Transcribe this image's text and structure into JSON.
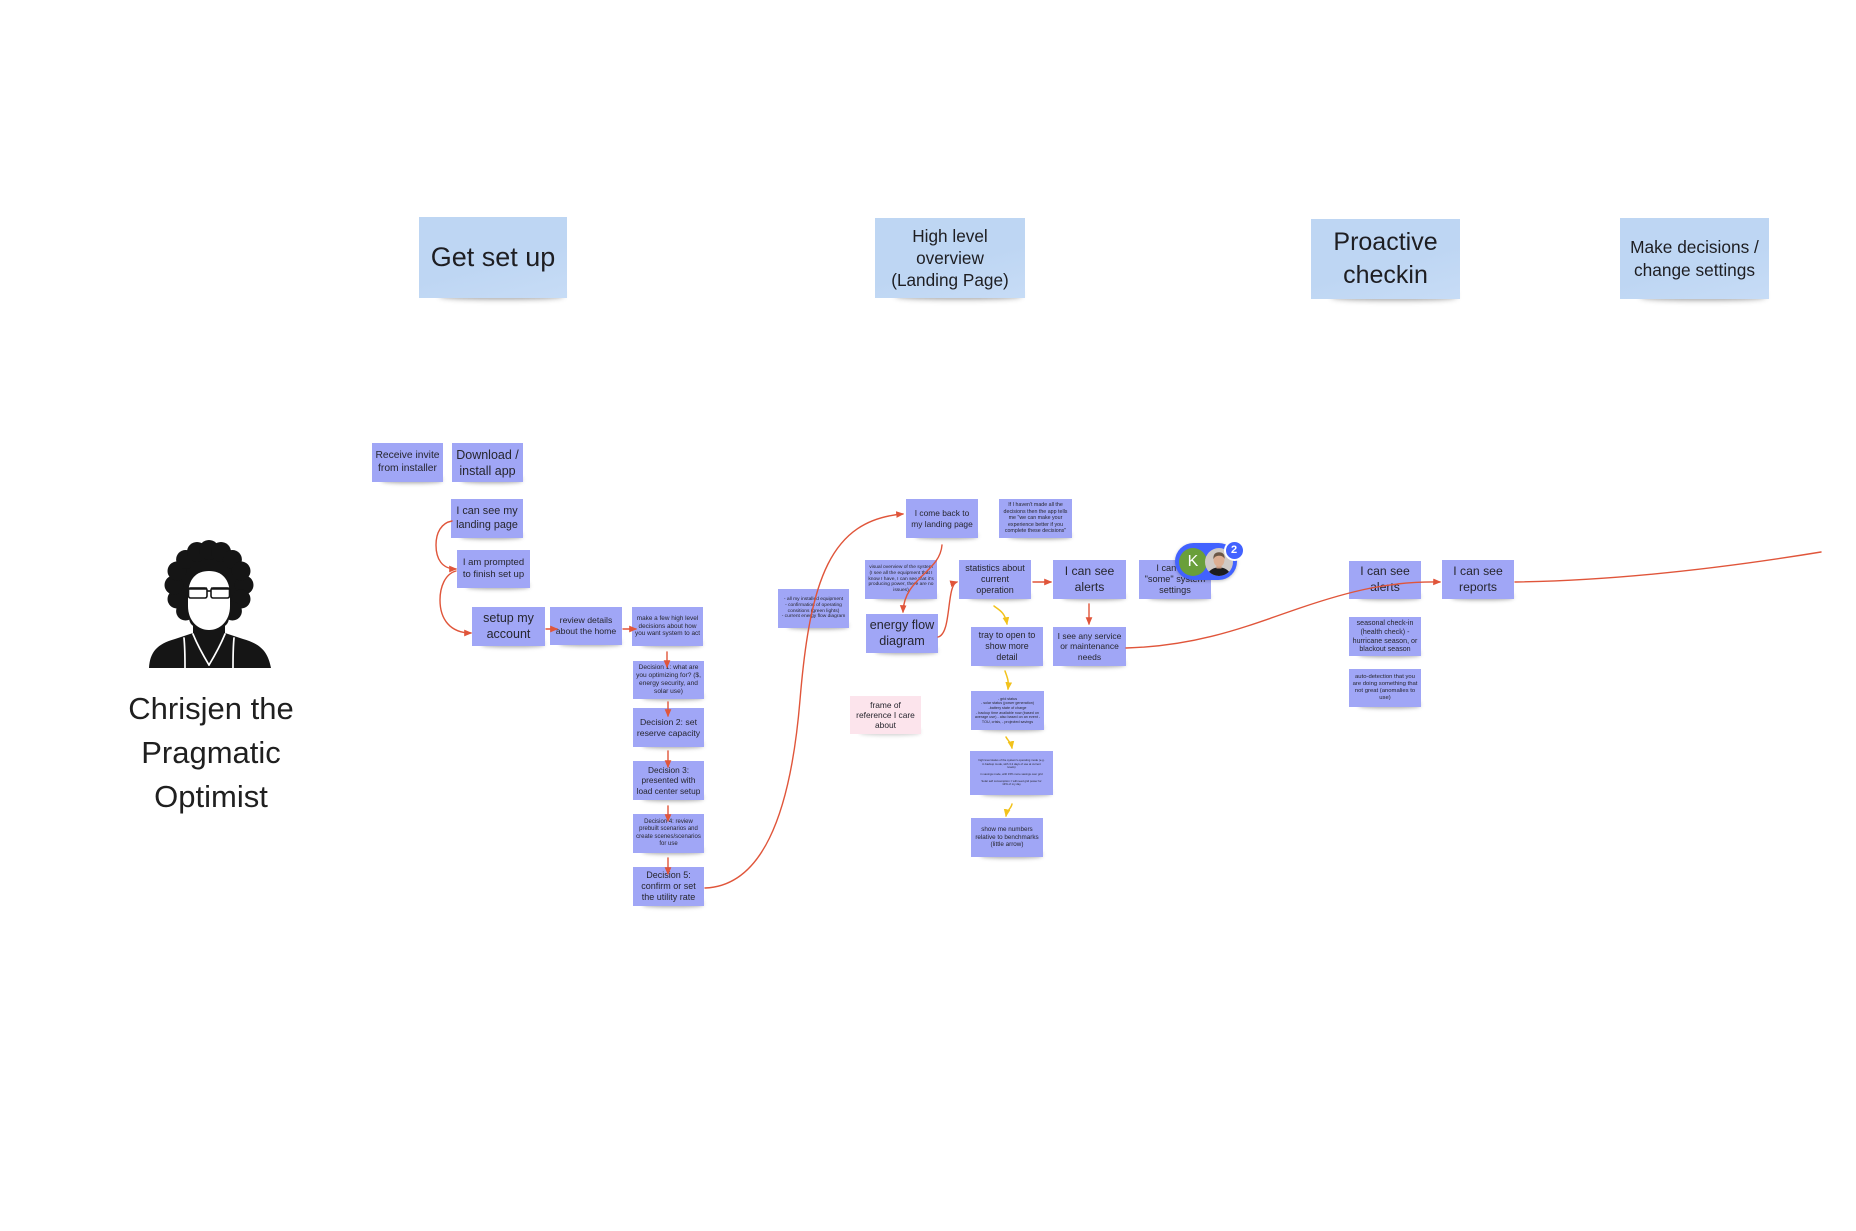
{
  "colors": {
    "canvas": "#ffffff",
    "stage_note": "#bed6f3",
    "task_note": "#a0a6f6",
    "highlight_note": "#fce4ec",
    "note_text": "#26262e",
    "connector_primary": "#e0553a",
    "connector_secondary": "#f2c21b",
    "presence_accent": "#4262ff",
    "presence_initial": "#6a9f3a"
  },
  "persona": {
    "name": "Chrisjen the Pragmatic Optimist",
    "icon": "person-with-glasses-icon"
  },
  "stages": [
    {
      "id": "get-set-up",
      "title": "Get set up",
      "notes": [
        {
          "id": "receive-invite",
          "text": "Receive invite from installer"
        },
        {
          "id": "download-app",
          "text": "Download / install app"
        },
        {
          "id": "see-landing-page",
          "text": "I can see my landing page"
        },
        {
          "id": "prompted-finish-setup",
          "text": "I am prompted to finish set up"
        },
        {
          "id": "setup-account",
          "text": "setup my account"
        },
        {
          "id": "review-home-details",
          "text": "review details about the home"
        },
        {
          "id": "high-level-decisions",
          "text": "make a few high level decisions about how you want system to act"
        },
        {
          "id": "decision-1",
          "text": "Decision 1: what are you optimizing for? ($, energy security, and solar use)"
        },
        {
          "id": "decision-2",
          "text": "Decision 2: set reserve capacity"
        },
        {
          "id": "decision-3",
          "text": "Decision 3: presented with load center setup"
        },
        {
          "id": "decision-4",
          "text": "Decision 4: review prebuilt scenarios and create scenes/scenarios for use"
        },
        {
          "id": "decision-5",
          "text": "Decision 5: confirm or set the utility rate"
        }
      ]
    },
    {
      "id": "high-level-overview",
      "title": "High level overview (Landing Page)",
      "notes": [
        {
          "id": "installed-equipment-summary",
          "text": "- all my installed equipment\n- confirmation of operating consitions (green lights)\n- current energy flow diagram"
        },
        {
          "id": "come-back-landing",
          "text": "I come back to my landing page"
        },
        {
          "id": "incomplete-decisions-prompt",
          "text": "If I haven't made all the decisions then the app tells me \"we can make your experience better if you complete these decisions\""
        },
        {
          "id": "visual-overview",
          "text": "visual overview of the system (I see all the equipment that I know I have, I can see that it's producing power, there are no issues)"
        },
        {
          "id": "energy-flow-diagram",
          "text": "energy flow diagram"
        },
        {
          "id": "current-operation-stats",
          "text": "statistics about current operation"
        },
        {
          "id": "see-alerts",
          "text": "I can see alerts"
        },
        {
          "id": "some-system-settings",
          "text": "I can see \"some\" system settings"
        },
        {
          "id": "service-needs",
          "text": "I see any service or maintenance needs"
        },
        {
          "id": "detail-tray",
          "text": "tray to open to show more detail"
        },
        {
          "id": "status-list",
          "text": "- grid status\n- solar status (power generation)\n-battery state of charge\n- backup time available now (based on average use) - also based on an event - TOU, crisis, - projected savings"
        },
        {
          "id": "operating-mode-status",
          "text": "high level status of the system's operating mode (e.g. in backup mode, with 3.2 days of use at current levels)\n\nin savings mode, with 15% more savings over grid\n\nSolar self consumption: I will need grid power for 13% of my day"
        },
        {
          "id": "benchmark-numbers",
          "text": "show me numbers relative to benchmarks (little arrow)"
        },
        {
          "id": "frame-of-reference",
          "text": "frame of reference I care about",
          "highlight": true
        }
      ]
    },
    {
      "id": "proactive-checkin",
      "title": "Proactive checkin",
      "notes": [
        {
          "id": "checkin-alerts",
          "text": "I can see alerts"
        },
        {
          "id": "see-reports",
          "text": "I can see reports"
        },
        {
          "id": "seasonal-checkin",
          "text": "seasonal check-in (health check) - hurricane season, or blackout season"
        },
        {
          "id": "anomaly-detection",
          "text": "auto-detection that you are doing something that not great (anomalies to use)"
        }
      ]
    },
    {
      "id": "make-decisions",
      "title": "Make decisions / change settings",
      "notes": []
    }
  ],
  "connectors": [
    {
      "from": "see-landing-page",
      "to": "prompted-finish-setup",
      "style": "primary"
    },
    {
      "from": "prompted-finish-setup",
      "to": "setup-account",
      "style": "primary"
    },
    {
      "from": "setup-account",
      "to": "review-home-details",
      "style": "primary"
    },
    {
      "from": "review-home-details",
      "to": "high-level-decisions",
      "style": "primary"
    },
    {
      "from": "high-level-decisions",
      "to": "decision-1",
      "style": "primary"
    },
    {
      "from": "decision-1",
      "to": "decision-2",
      "style": "primary"
    },
    {
      "from": "decision-2",
      "to": "decision-3",
      "style": "primary"
    },
    {
      "from": "decision-3",
      "to": "decision-4",
      "style": "primary"
    },
    {
      "from": "decision-4",
      "to": "decision-5",
      "style": "primary"
    },
    {
      "from": "decision-5",
      "to": "come-back-landing",
      "style": "primary"
    },
    {
      "from": "come-back-landing",
      "to": "energy-flow-diagram",
      "style": "primary"
    },
    {
      "from": "energy-flow-diagram",
      "to": "current-operation-stats",
      "style": "primary"
    },
    {
      "from": "current-operation-stats",
      "to": "see-alerts",
      "style": "primary"
    },
    {
      "from": "see-alerts",
      "to": "service-needs",
      "style": "primary"
    },
    {
      "from": "service-needs",
      "to": "see-reports",
      "style": "primary"
    },
    {
      "from": "see-reports",
      "to": null,
      "style": "primary"
    },
    {
      "from": "current-operation-stats",
      "to": "detail-tray",
      "style": "secondary"
    },
    {
      "from": "detail-tray",
      "to": "status-list",
      "style": "secondary"
    },
    {
      "from": "status-list",
      "to": "operating-mode-status",
      "style": "secondary"
    },
    {
      "from": "operating-mode-status",
      "to": "benchmark-numbers",
      "style": "secondary"
    }
  ],
  "collaborators": {
    "avatars": [
      {
        "kind": "initial",
        "initial": "K"
      },
      {
        "kind": "photo"
      }
    ],
    "count_badge": "2"
  }
}
